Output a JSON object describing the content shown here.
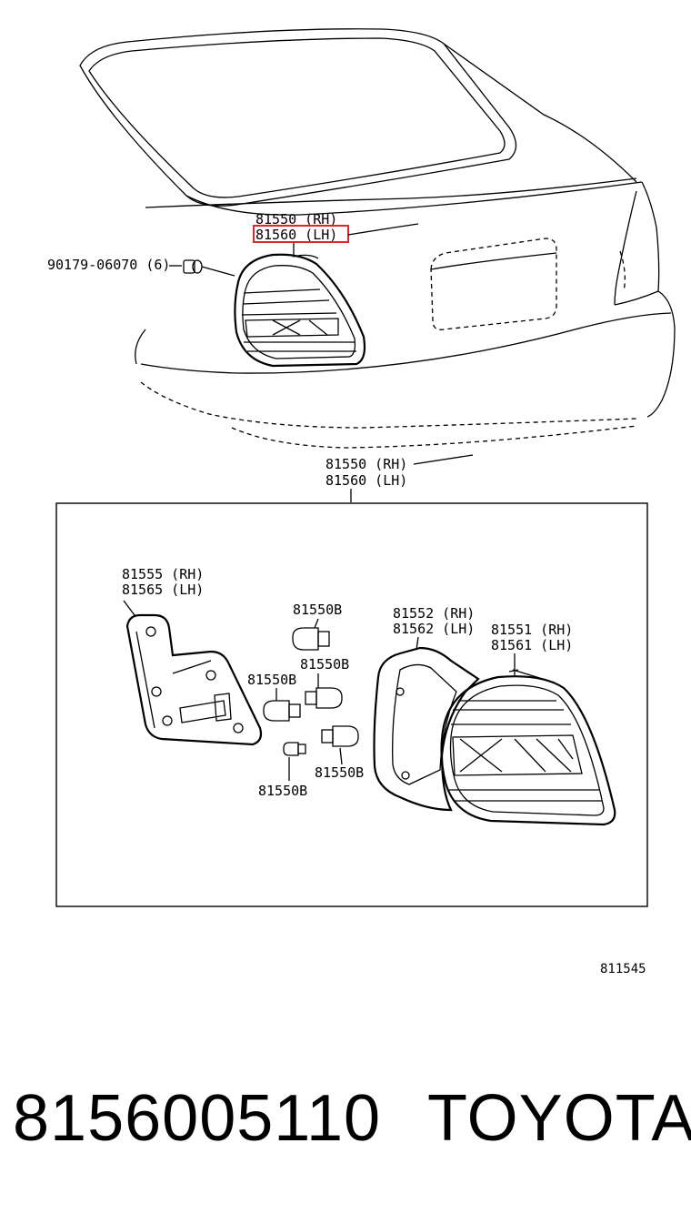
{
  "diagram": {
    "car_labels": {
      "lamp_rh": "81550 (RH)",
      "lamp_lh": "81560 (LH)",
      "nut": "90179-06070 (6)"
    },
    "assembly_labels": {
      "lamp_rh": "81550 (RH)",
      "lamp_lh": "81560 (LH)"
    },
    "component_labels": {
      "socket_rh": "81555 (RH)",
      "socket_lh": "81565 (LH)",
      "gasket_rh": "81552 (RH)",
      "gasket_lh": "81562 (LH)",
      "lens_rh": "81551 (RH)",
      "lens_lh": "81561 (LH)",
      "bulb_1": "81550B",
      "bulb_2": "81550B",
      "bulb_3": "81550B",
      "bulb_4": "81550B",
      "bulb_5": "81550B"
    },
    "diagram_code": "811545",
    "highlight_color": "#e0242b"
  },
  "footer": {
    "part_number": "8156005110",
    "brand": "TOYOTA"
  }
}
